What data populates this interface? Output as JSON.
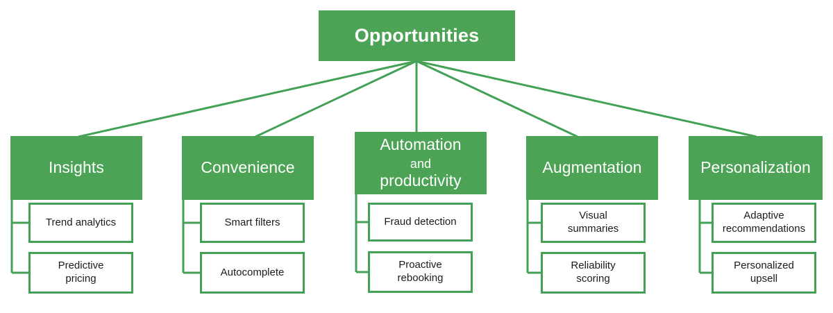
{
  "diagram": {
    "title": "Opportunities",
    "root": {
      "label": "Opportunities"
    },
    "branches": [
      {
        "id": "insights",
        "label": "Insights",
        "label_lines": [
          "Insights"
        ],
        "children": [
          {
            "id": "trend-analytics",
            "label": "Trend analytics",
            "label_lines": [
              "Trend analytics"
            ]
          },
          {
            "id": "predictive-pricing",
            "label": "Predictive pricing",
            "label_lines": [
              "Predictive",
              "pricing"
            ]
          }
        ]
      },
      {
        "id": "convenience",
        "label": "Convenience",
        "label_lines": [
          "Convenience"
        ],
        "children": [
          {
            "id": "smart-filters",
            "label": "Smart filters",
            "label_lines": [
              "Smart filters"
            ]
          },
          {
            "id": "autocomplete",
            "label": "Autocomplete",
            "label_lines": [
              "Autocomplete"
            ]
          }
        ]
      },
      {
        "id": "automation-and-productivity",
        "label": "Automation and productivity",
        "label_lines": [
          "Automation",
          "and",
          "productivity"
        ],
        "children": [
          {
            "id": "fraud-detection",
            "label": "Fraud detection",
            "label_lines": [
              "Fraud detection"
            ]
          },
          {
            "id": "proactive-rebooking",
            "label": "Proactive rebooking",
            "label_lines": [
              "Proactive",
              "rebooking"
            ]
          }
        ]
      },
      {
        "id": "augmentation",
        "label": "Augmentation",
        "label_lines": [
          "Augmentation"
        ],
        "children": [
          {
            "id": "visual-summaries",
            "label": "Visual summaries",
            "label_lines": [
              "Visual",
              "summaries"
            ]
          },
          {
            "id": "reliability-scoring",
            "label": "Reliability scoring",
            "label_lines": [
              "Reliability",
              "scoring"
            ]
          }
        ]
      },
      {
        "id": "personalization",
        "label": "Personalization",
        "label_lines": [
          "Personalization"
        ],
        "children": [
          {
            "id": "adaptive-recommendations",
            "label": "Adaptive recommendations",
            "label_lines": [
              "Adaptive",
              "recommendations"
            ]
          },
          {
            "id": "personalized-upsell",
            "label": "Personalized upsell",
            "label_lines": [
              "Personalized",
              "upsell"
            ]
          }
        ]
      }
    ],
    "colors": {
      "fill": "#4CA355",
      "border": "#42A154",
      "connector": "#42A154",
      "text_on_fill": "#ffffff",
      "text_on_white": "#1b1b1b",
      "background": "#ffffff"
    }
  }
}
